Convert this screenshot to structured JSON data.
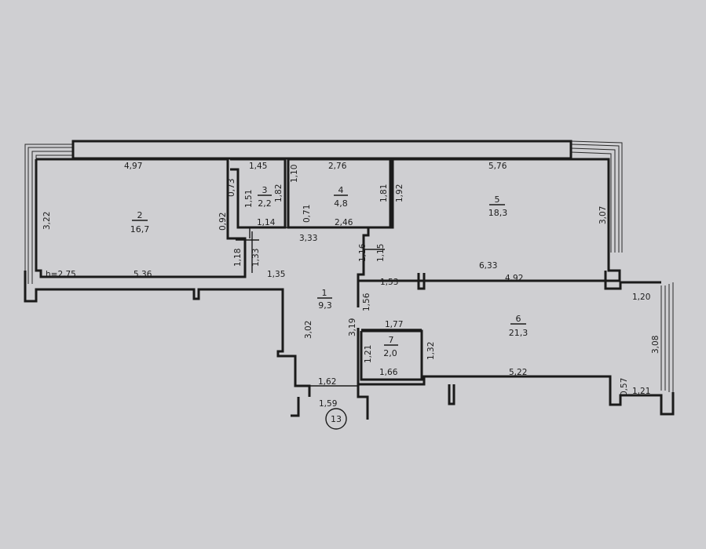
{
  "floor_height": "h=2,75",
  "entrance_marker": "13",
  "rooms": [
    {
      "number": "1",
      "area": "9,3"
    },
    {
      "number": "2",
      "area": "16,7"
    },
    {
      "number": "3",
      "area": "2,2"
    },
    {
      "number": "4",
      "area": "4,8"
    },
    {
      "number": "5",
      "area": "18,3"
    },
    {
      "number": "6",
      "area": "21,3"
    },
    {
      "number": "7",
      "area": "2,0"
    }
  ],
  "dimensions": [
    "4,97",
    "1,45",
    "2,76",
    "5,76",
    "0,73",
    "1,51",
    "1,82",
    "1,10",
    "1,81",
    "1,92",
    "3,22",
    "0,92",
    "1,14",
    "0,71",
    "2,46",
    "3,33",
    "3,07",
    "1,18",
    "1,33",
    "1,16",
    "1,15",
    "6,33",
    "5,36",
    "1,35",
    "1,53",
    "4,92",
    "1,20",
    "1,56",
    "1,77",
    "3,02",
    "3,19",
    "1,21",
    "1,32",
    "3,08",
    "1,66",
    "5,22",
    "1,62",
    "0,57",
    "1,21",
    "1,59"
  ]
}
